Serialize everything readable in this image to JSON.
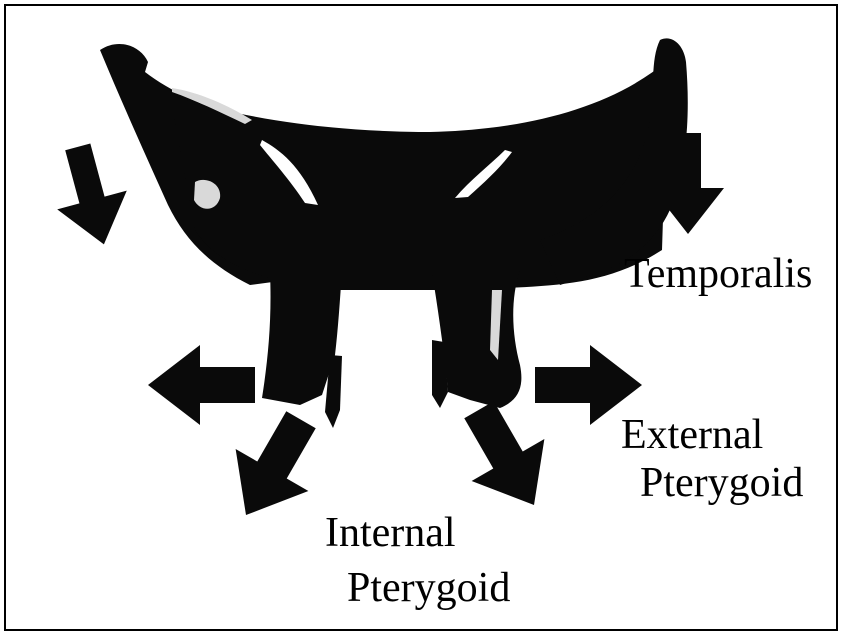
{
  "figure": {
    "labels": {
      "temporalis": "Temporalis",
      "external_line1": "External",
      "external_line2": "Pterygoid",
      "internal_line1": "Internal",
      "internal_line2": "Pterygoid"
    },
    "colors": {
      "ink": "#000000",
      "bone": "#0a0a0a",
      "highlight": "#d9d9d9",
      "background": "#ffffff"
    }
  }
}
